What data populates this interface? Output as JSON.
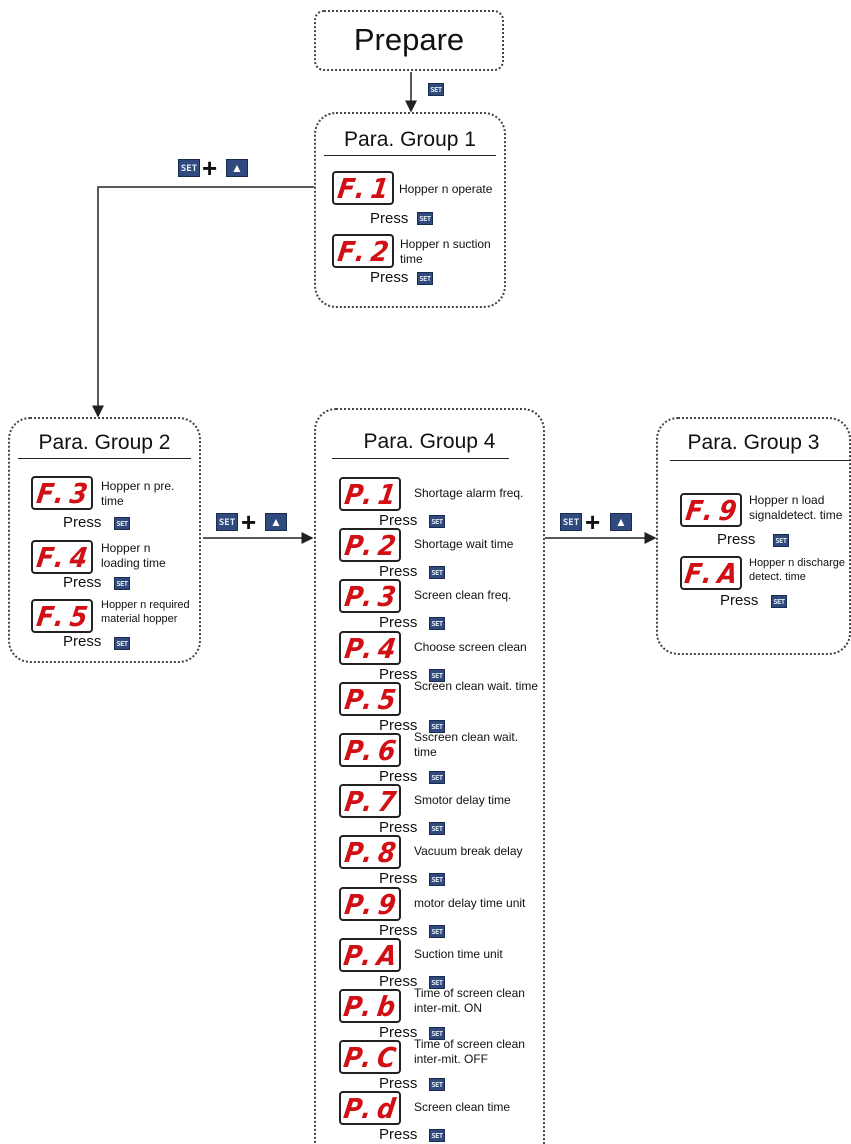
{
  "prepare": {
    "title": "Prepare"
  },
  "keys": {
    "set": "SET",
    "press": "Press",
    "plus": "+",
    "up_arrow": "▲"
  },
  "group1": {
    "title": "Para. Group 1",
    "items": [
      {
        "code": "F.1",
        "label": "Hopper n operate"
      },
      {
        "code": "F.2",
        "label": "Hopper n suction time"
      }
    ]
  },
  "group2": {
    "title": "Para. Group 2",
    "items": [
      {
        "code": "F.3",
        "label": "Hopper n pre. time"
      },
      {
        "code": "F.4",
        "label": "Hopper n loading time"
      },
      {
        "code": "F.5",
        "label": "Hopper n required material hopper"
      }
    ]
  },
  "group3": {
    "title": "Para. Group 3",
    "items": [
      {
        "code": "F.9",
        "label": "Hopper n load signaldetect. time"
      },
      {
        "code": "F.A",
        "label": "Hopper n discharge detect. time"
      }
    ]
  },
  "group4": {
    "title": "Para. Group 4",
    "items": [
      {
        "code": "P.1",
        "label": "Shortage alarm freq."
      },
      {
        "code": "P.2",
        "label": "Shortage wait time"
      },
      {
        "code": "P.3",
        "label": "Screen clean freq."
      },
      {
        "code": "P.4",
        "label": "Choose screen clean"
      },
      {
        "code": "P.5",
        "label": "Screen clean wait. time"
      },
      {
        "code": "P.6",
        "label": "Sscreen clean wait. time"
      },
      {
        "code": "P.7",
        "label": "Smotor delay time"
      },
      {
        "code": "P.8",
        "label": "Vacuum break delay"
      },
      {
        "code": "P.9",
        "label": "motor delay time unit"
      },
      {
        "code": "P.A",
        "label": "Suction time unit"
      },
      {
        "code": "P.b",
        "label": "Time of screen clean inter-mit. ON"
      },
      {
        "code": "P.C",
        "label": "Time of screen clean inter-mit. OFF"
      },
      {
        "code": "P.d",
        "label": "Screen clean time"
      }
    ]
  }
}
